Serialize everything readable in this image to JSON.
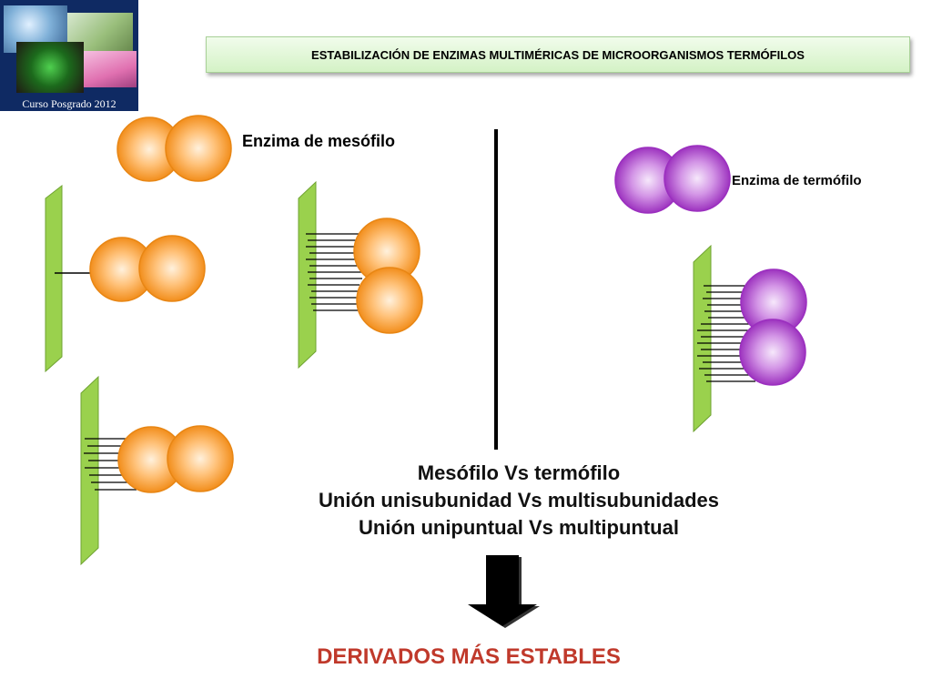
{
  "header": {
    "title": "ESTABILIZACIÓN DE ENZIMAS MULTIMÉRICAS DE MICROORGANISMOS TERMÓFILOS",
    "logo_caption": "Curso Posgrado 2012"
  },
  "labels": {
    "mesophile_enzyme": "Enzima de mesófilo",
    "thermophile_enzyme": "Enzima de termófilo"
  },
  "summary_lines": [
    "Mesófilo Vs termófilo",
    "Unión unisubunidad Vs multisubunidades",
    "Unión unipuntual Vs multipuntual"
  ],
  "conclusion": "DERIVADOS MÁS ESTABLES",
  "colors": {
    "mesophile_subunit": "#f7a030",
    "thermophile_subunit": "#a43ec4",
    "support": "#9ad14d",
    "conclusion_text": "#c0392b"
  }
}
